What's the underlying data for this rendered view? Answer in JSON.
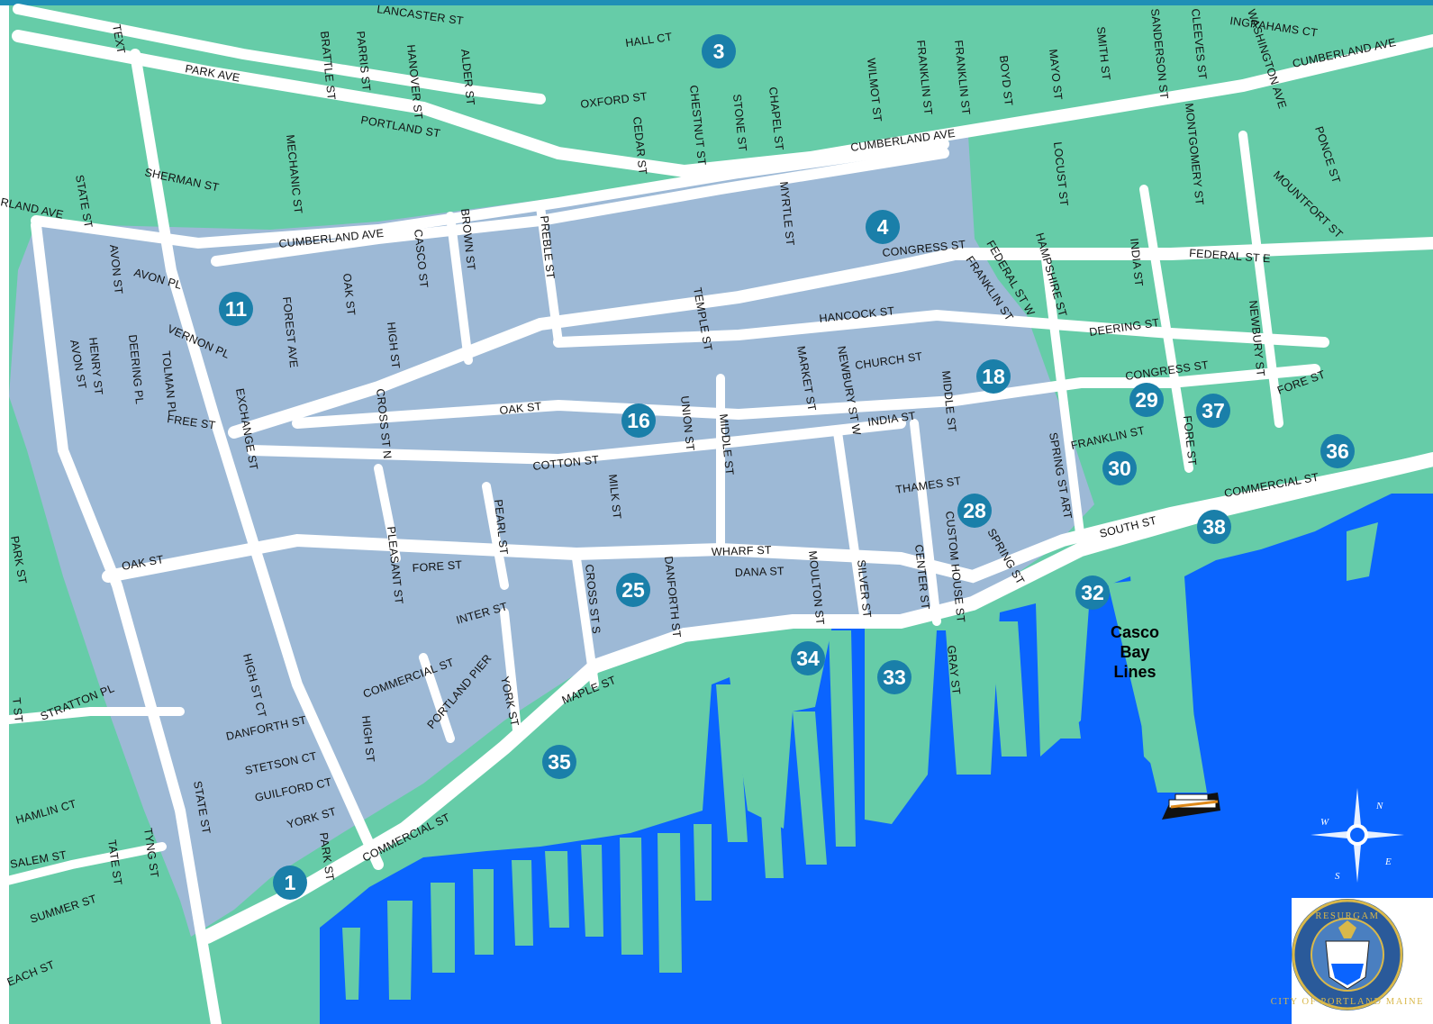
{
  "colors": {
    "land": "#66cca8",
    "downtown": "#9db9d6",
    "water": "#0a64ff",
    "street": "#ffffff",
    "marker": "#1a7fa9",
    "accent_bar": "#1f8fb6"
  },
  "markers": [
    {
      "id": "marker-1",
      "label": "1"
    },
    {
      "id": "marker-3",
      "label": "3"
    },
    {
      "id": "marker-4",
      "label": "4"
    },
    {
      "id": "marker-11",
      "label": "11"
    },
    {
      "id": "marker-16",
      "label": "16"
    },
    {
      "id": "marker-18",
      "label": "18"
    },
    {
      "id": "marker-25",
      "label": "25"
    },
    {
      "id": "marker-28",
      "label": "28"
    },
    {
      "id": "marker-29",
      "label": "29"
    },
    {
      "id": "marker-30",
      "label": "30"
    },
    {
      "id": "marker-32",
      "label": "32"
    },
    {
      "id": "marker-33",
      "label": "33"
    },
    {
      "id": "marker-34",
      "label": "34"
    },
    {
      "id": "marker-35",
      "label": "35"
    },
    {
      "id": "marker-36",
      "label": "36"
    },
    {
      "id": "marker-37",
      "label": "37"
    },
    {
      "id": "marker-38",
      "label": "38"
    }
  ],
  "places": {
    "ferry_terminal": [
      "Casco",
      "Bay",
      "Lines"
    ]
  },
  "compass": {
    "n": "N",
    "e": "E",
    "s": "S",
    "w": "W"
  },
  "seal": {
    "top_text": "RESURGAM",
    "bottom_text": "CITY OF PORTLAND MAINE"
  },
  "streets": [
    "LANCASTER ST",
    "TEXT",
    "PARK AVE",
    "BRATTLE ST",
    "PARRIS ST",
    "HANOVER ST",
    "ALDER ST",
    "PORTLAND ST",
    "MECHANIC ST",
    "SHERMAN ST",
    "STATE ST",
    "RLAND AVE",
    "HALL CT",
    "OXFORD ST",
    "CEDAR ST",
    "CHESTNUT ST",
    "STONE ST",
    "CHAPEL ST",
    "WILMOT ST",
    "FRANKLIN ST",
    "FRANKLIN ST",
    "BOYD ST",
    "MAYO ST",
    "SMITH ST",
    "SANDERSON ST",
    "CLEEVES ST",
    "INGRAHAMS CT",
    "WASHINGTON AVE",
    "CUMBERLAND AVE",
    "CUMBERLAND AVE",
    "CUMBERLAND AVE",
    "MONTGOMERY ST",
    "LOCUST ST",
    "PONCE ST",
    "MOUNTFORT ST",
    "BROWN ST",
    "CASCO ST",
    "PREBLE ST",
    "MYRTLE ST",
    "CONGRESS ST",
    "HAMPSHIRE ST",
    "INDIA ST",
    "FEDERAL ST E",
    "AVON ST",
    "AVON PL",
    "OAK ST",
    "FOREST AVE",
    "TEMPLE ST",
    "FRANKLIN ST",
    "FEDERAL ST W",
    "HANCOCK ST",
    "NEWBURY ST",
    "DEERING ST",
    "VERNON PL",
    "AVON ST",
    "HENRY ST",
    "DEERING PL",
    "TOLMAN PL",
    "HIGH ST",
    "EXCHANGE ST",
    "MARKET ST",
    "NEWBURY ST W",
    "CHURCH ST",
    "MIDDLE ST",
    "FORE ST",
    "CONGRESS ST",
    "FREE ST",
    "OAK ST",
    "CROSS ST N",
    "UNION ST",
    "MIDDLE ST",
    "INDIA ST",
    "FORE ST",
    "FRANKLIN ST",
    "SPRING ST ART",
    "COTTON ST",
    "MILK ST",
    "THAMES ST",
    "COMMERCIAL ST",
    "SOUTH ST",
    "PEARL ST",
    "CUSTOM HOUSE ST",
    "SPRING ST",
    "OAK ST",
    "PLEASANT ST",
    "FORE ST",
    "WHARF ST",
    "DANA ST",
    "MOULTON ST",
    "SILVER ST",
    "CENTER ST",
    "CROSS ST S",
    "DANFORTH ST",
    "INTER ST",
    "PARK ST",
    "HIGH ST CT",
    "COMMERCIAL ST",
    "MAPLE ST",
    "YORK ST",
    "PORTLAND PIER",
    "GRAY ST",
    "STRATTON PL",
    "DANFORTH ST",
    "HIGH ST",
    "STETSON CT",
    "GUILFORD CT",
    "STATE ST",
    "HAMLIN CT",
    "YORK ST",
    "TATE ST",
    "TYNG ST",
    "COMMERCIAL ST",
    "SALEM ST",
    "PARK ST",
    "SUMMER ST",
    "EACH ST",
    "T ST"
  ]
}
